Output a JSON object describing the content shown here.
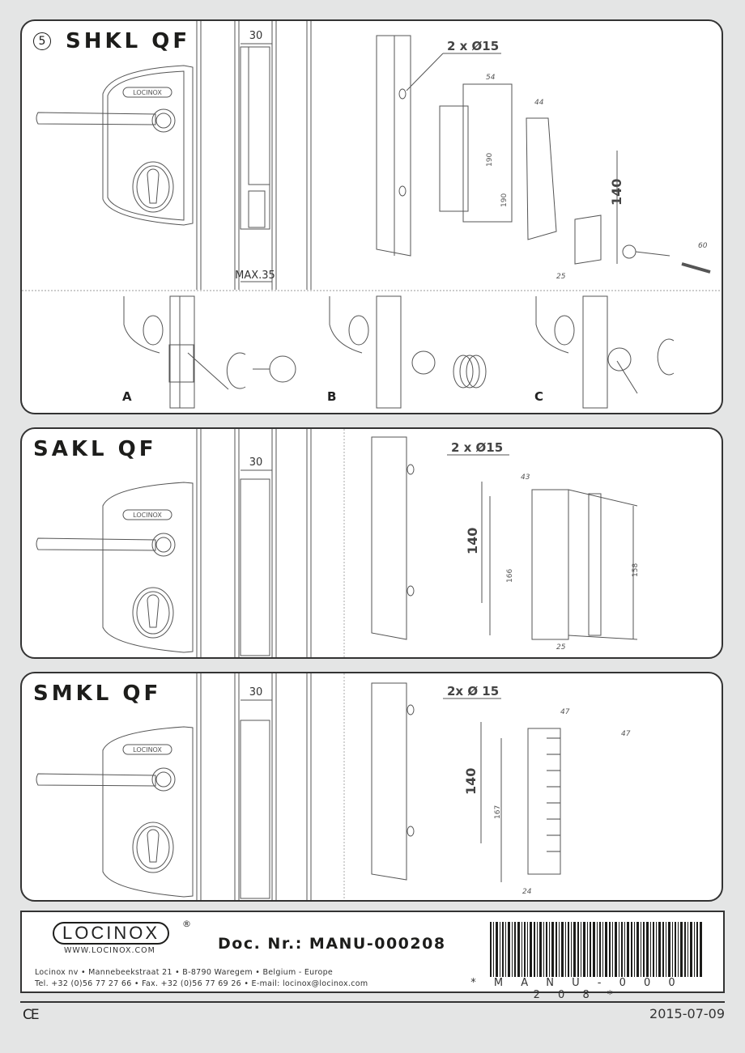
{
  "panels": [
    {
      "step": "5",
      "title": "SHKL QF",
      "logo_plate": "LOCINOX",
      "dim_side_width": "30",
      "dim_side_max": "MAX.35",
      "callout_holes": "2 x Ø15",
      "dims": {
        "a": "54",
        "b": "190",
        "c": "44",
        "d": "190",
        "e": "140",
        "f": "60",
        "g": "25"
      },
      "sub_steps": [
        "A",
        "B",
        "C"
      ]
    },
    {
      "title": "SAKL QF",
      "logo_plate": "LOCINOX",
      "dim_side_width": "30",
      "callout_holes": "2 x Ø15",
      "dims": {
        "a": "43",
        "b": "140",
        "c": "166",
        "d": "158",
        "e": "25"
      }
    },
    {
      "title": "SMKL QF",
      "logo_plate": "LOCINOX",
      "dim_side_width": "30",
      "callout_holes": "2x Ø 15",
      "dims": {
        "a": "47",
        "b": "47",
        "c": "140",
        "d": "167",
        "e": "24"
      }
    }
  ],
  "footer": {
    "brand": "LOCINOX",
    "registered": "®",
    "website": "WWW.LOCINOX.COM",
    "doc_number": "Doc. Nr.: MANU-000208",
    "address_line": "Locinox nv • Mannebeekstraat 21 • B-8790 Waregem • Belgium - Europe",
    "contact_line": "Tel. +32 (0)56 77 27 66 • Fax. +32 (0)56 77 69 26 • E-mail: locinox@locinox.com",
    "barcode_text": "* M A N U - 0 0 0 2 0 8 *",
    "ce_mark": "CE",
    "date": "2015-07-09"
  }
}
